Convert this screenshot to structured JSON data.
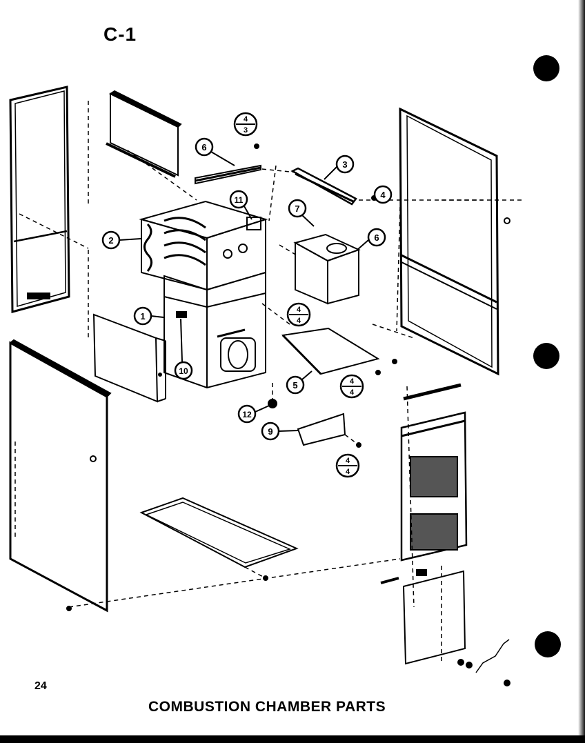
{
  "header": {
    "title": "C-1"
  },
  "footer": {
    "page_number": "24",
    "caption": "COMBUSTION CHAMBER PARTS"
  },
  "callouts": {
    "c1": "1",
    "c2": "2",
    "c3": "3",
    "c4": "4",
    "c5": "5",
    "c6a": "6",
    "c6b": "6",
    "c7": "7",
    "c9": "9",
    "c10": "10",
    "c11": "11",
    "c12": "12"
  },
  "fraction_callouts": {
    "f1": {
      "num": "4",
      "den": "3"
    },
    "f2": {
      "num": "4",
      "den": "4"
    },
    "f3": {
      "num": "4",
      "den": "4"
    },
    "f4": {
      "num": "4",
      "den": "4"
    }
  }
}
